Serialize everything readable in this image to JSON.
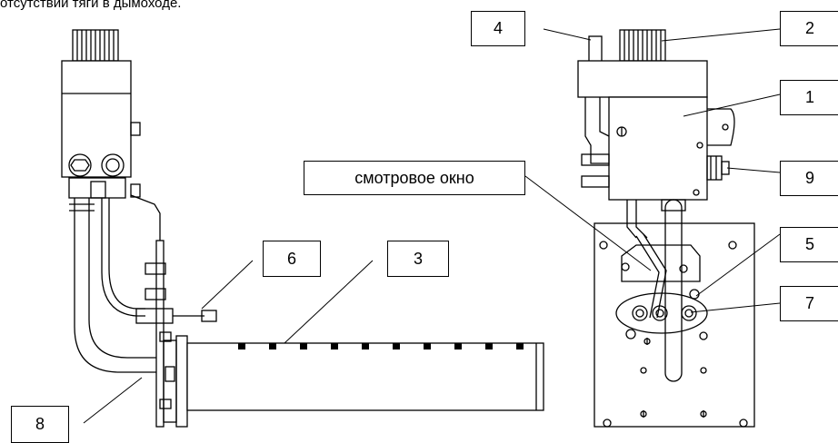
{
  "header_text": "отсутствий тяги в дымоходе.",
  "viewing_window_label": "смотровое окно",
  "callouts": {
    "c1": "1",
    "c2": "2",
    "c3": "3",
    "c4": "4",
    "c5": "5",
    "c6": "6",
    "c7": "7",
    "c8": "8",
    "c9": "9"
  }
}
